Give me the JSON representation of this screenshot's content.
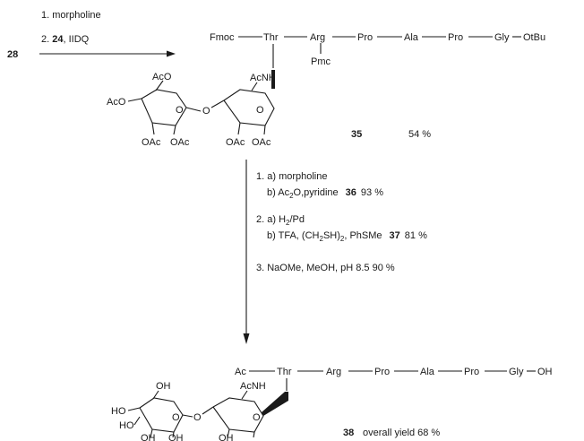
{
  "step1": {
    "s1": "1. morpholine",
    "s2_prefix": "2. ",
    "s2_cmpd": "24",
    "s2_reagent": ", IIDQ"
  },
  "start_compound": "28",
  "peptide1": [
    "Fmoc",
    "Thr",
    "Arg",
    "Pro",
    "Ala",
    "Pro",
    "Gly",
    "OtBu"
  ],
  "pmc": "Pmc",
  "sugar1": {
    "ac_o": "AcO",
    "ac_o2": "AcO",
    "ac_nh": "AcNH",
    "o1": "O",
    "o2": "O",
    "o3": "O",
    "oac1": "OAc",
    "oac2": "OAc",
    "oac3": "OAc",
    "oac4": "OAc"
  },
  "product1": {
    "compound": "35",
    "yield": "54 %"
  },
  "conditions": {
    "c1a": "1. a)  morpholine",
    "c1b_pre": "b) Ac",
    "c1b_sub": "2",
    "c1b_post": "O,pyridine",
    "c1b_cmpd": "36",
    "c1b_yield": "93 %",
    "c2a_pre": "2. a)  H",
    "c2a_sub": "2",
    "c2a_post": "/Pd",
    "c2b_pre": "b) TFA, (CH",
    "c2b_sub1": "2",
    "c2b_mid": "SH)",
    "c2b_sub2": "2",
    "c2b_post": ", PhSMe",
    "c2b_cmpd": "37",
    "c2b_yield": "81 %",
    "c3": "3. NaOMe, MeOH,  pH 8.5   90 %"
  },
  "peptide2": [
    "Ac",
    "Thr",
    "Arg",
    "Pro",
    "Ala",
    "Pro",
    "Gly",
    "OH"
  ],
  "sugar2": {
    "ho1": "HO",
    "ho2": "HO",
    "oh1": "OH",
    "oh2": "OH",
    "oh3": "OH",
    "oh4": "OH",
    "ac_nh": "AcNH",
    "o1": "O",
    "o2": "O",
    "o3": "O"
  },
  "product2": {
    "compound": "38",
    "yield_text": "overall yield  68 %"
  }
}
